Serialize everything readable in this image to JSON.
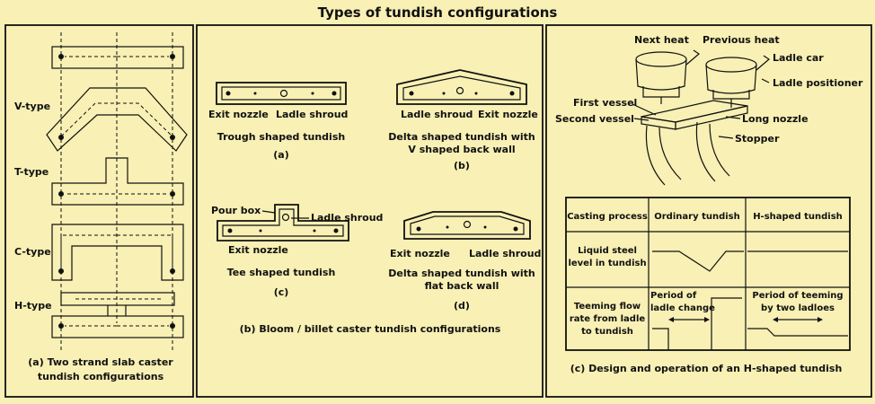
{
  "title": "Types of tundish configurations",
  "panel_a": {
    "labels": [
      "V-type",
      "T-type",
      "C-type",
      "H-type"
    ],
    "caption_line1": "(a) Two strand slab caster",
    "caption_line2": "tundish configurations"
  },
  "panel_b": {
    "trough": {
      "exit": "Exit nozzle",
      "shroud": "Ladle shroud",
      "name": "Trough shaped tundish",
      "letter": "(a)"
    },
    "delta_v": {
      "shroud": "Ladle shroud",
      "exit": "Exit nozzle",
      "name1": "Delta shaped tundish with",
      "name2": "V shaped back wall",
      "letter": "(b)"
    },
    "tee": {
      "pour": "Pour box",
      "shroud": "Ladle shroud",
      "exit": "Exit nozzle",
      "name": "Tee shaped tundish",
      "letter": "(c)"
    },
    "delta_flat": {
      "exit": "Exit nozzle",
      "shroud": "Ladle shroud",
      "name1": "Delta shaped tundish with",
      "name2": "flat back wall",
      "letter": "(d)"
    },
    "caption": "(b) Bloom / billet caster tundish configurations"
  },
  "panel_c": {
    "labels": {
      "next_heat": "Next heat",
      "previous_heat": "Previous heat",
      "ladle_car": "Ladle car",
      "ladle_positioner": "Ladle positioner",
      "first_vessel": "First vessel",
      "second_vessel": "Second vessel",
      "long_nozzle": "Long nozzle",
      "stopper": "Stopper"
    },
    "table": {
      "headers": [
        "Casting process",
        "Ordinary tundish",
        "H-shaped tundish"
      ],
      "row1": [
        "Liquid steel",
        "level in tundish"
      ],
      "row2": [
        "Teeming flow",
        "rate from ladle",
        "to tundish"
      ],
      "period_change": [
        "Period of",
        "ladle change"
      ],
      "period_teeming": [
        "Period of teeming",
        "by two ladloes"
      ]
    },
    "caption": "(c) Design and operation of an H-shaped tundish"
  }
}
